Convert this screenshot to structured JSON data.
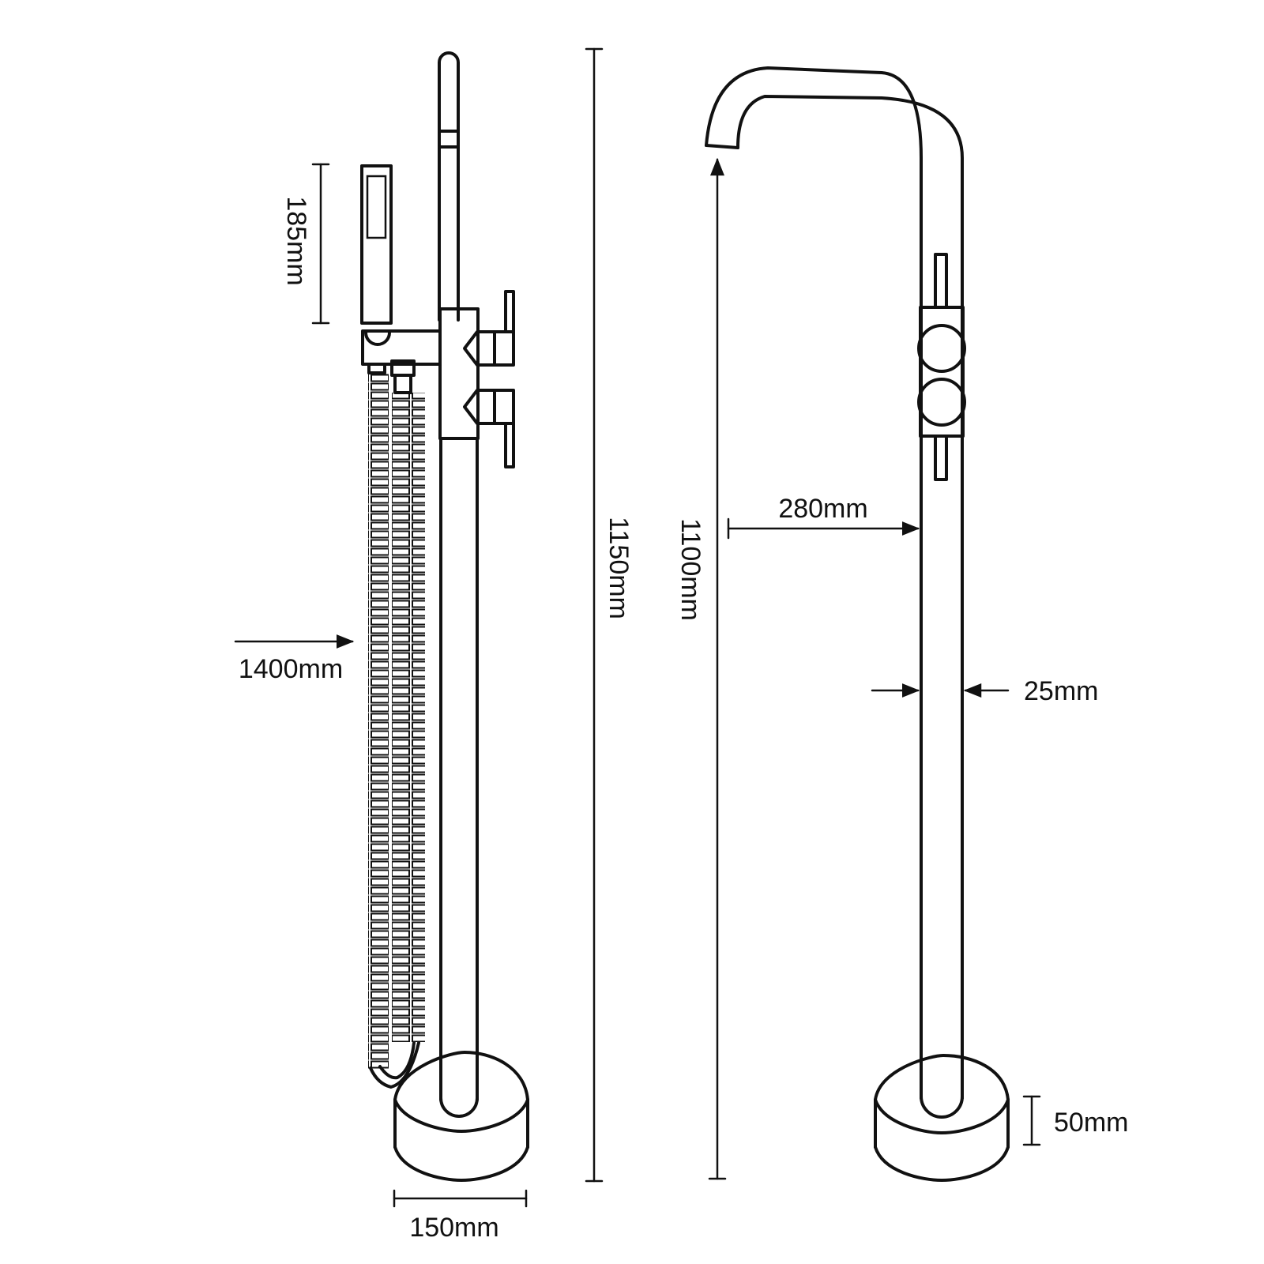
{
  "diagram": {
    "labels": {
      "handheld_length": "185mm",
      "total_height": "1150mm",
      "hose_length": "1400mm",
      "base_diameter": "150mm",
      "spout_height": "1100mm",
      "spout_reach": "280mm",
      "pipe_diameter": "25mm",
      "base_height": "50mm"
    },
    "colors": {
      "line": "#111111",
      "background": "#ffffff"
    }
  }
}
